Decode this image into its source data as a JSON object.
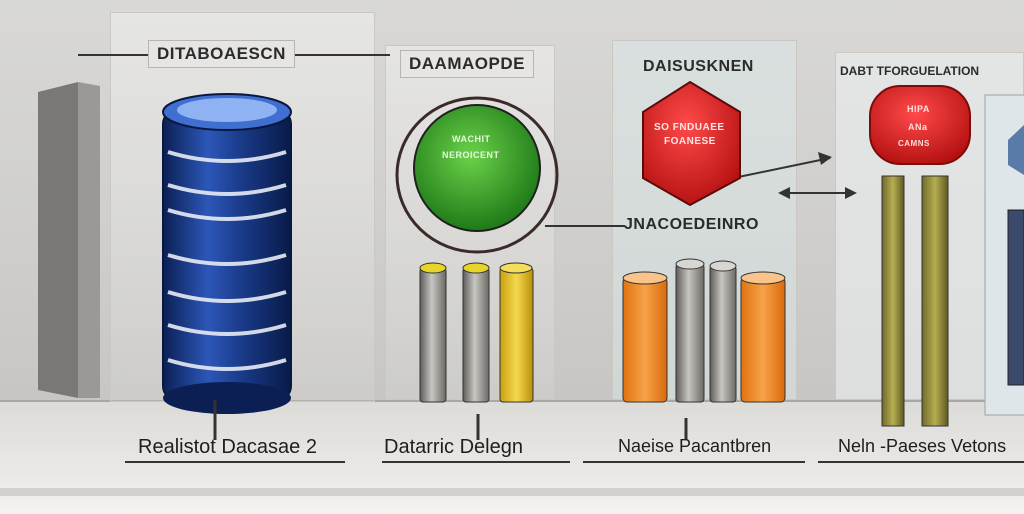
{
  "titles": {
    "panel1": "DITABOAESCN",
    "panel2": "DAAMAOPDE",
    "panel3": "DAISUSKNEN",
    "panel4": "DABT TFORGUELATION",
    "middle": "JNACOEDEINRO"
  },
  "shape_labels": {
    "green_line1": "WACHIT",
    "green_line2": "NEROICENT",
    "red_line1": "SO FNDUAEE",
    "red_line2": "FOANESE",
    "pill_line1": "HIPA",
    "pill_line2": "ANa",
    "pill_line3": "CAMNS"
  },
  "captions": {
    "c1": "Realistot Dacasae 2",
    "c2": "Datarric Delegn",
    "c3": "Naeise Pacantbren",
    "c4": "Neln -Paeses Vetons"
  },
  "colors": {
    "db_blue": "#1e3f8c",
    "green": "#3a9a2a",
    "red": "#d61e1e",
    "orange": "#ef8a1f",
    "gray_column": "#8f8c86",
    "yellow": "#e8c21a"
  }
}
